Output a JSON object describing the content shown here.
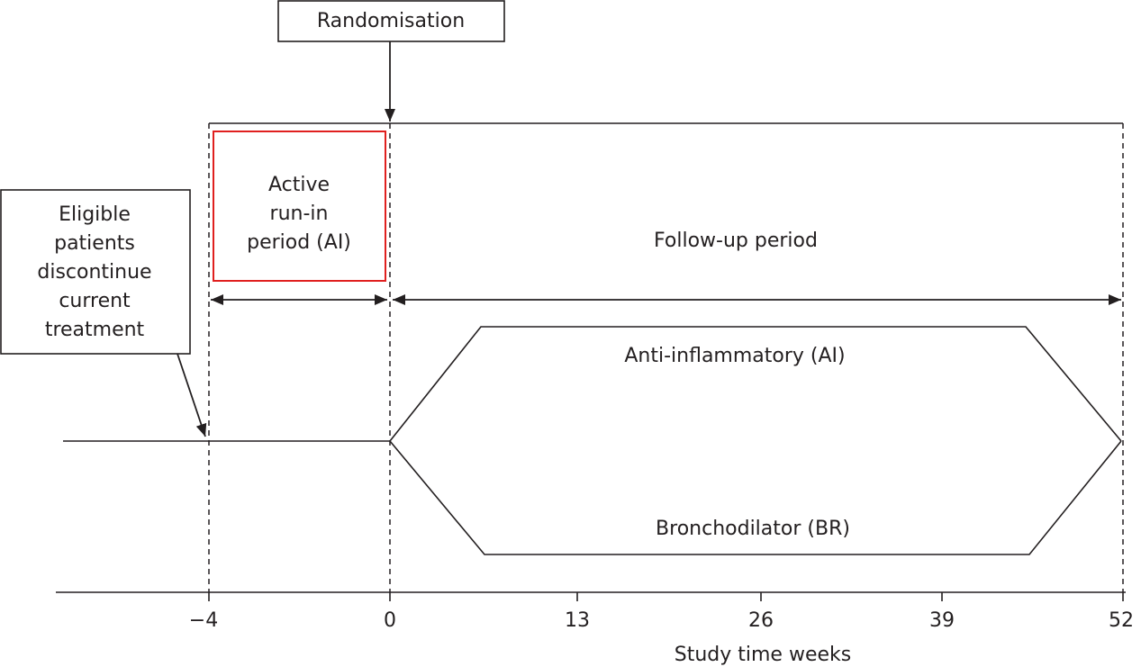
{
  "diagram": {
    "randomisation": "Randomisation",
    "eligible": [
      "Eligible",
      "patients",
      "discontinue",
      "current",
      "treatment"
    ],
    "run_in": [
      "Active",
      "run-in",
      "period (AI)"
    ],
    "follow_up": "Follow-up period",
    "arm_ai": "Anti-inflammatory (AI)",
    "arm_br": "Bronchodilator (BR)",
    "ticks": [
      "−4",
      "0",
      "13",
      "26",
      "39",
      "52"
    ],
    "xlabel": "Study time weeks",
    "colors": {
      "line": "#231f20",
      "run_in_border": "#e0201f"
    }
  }
}
